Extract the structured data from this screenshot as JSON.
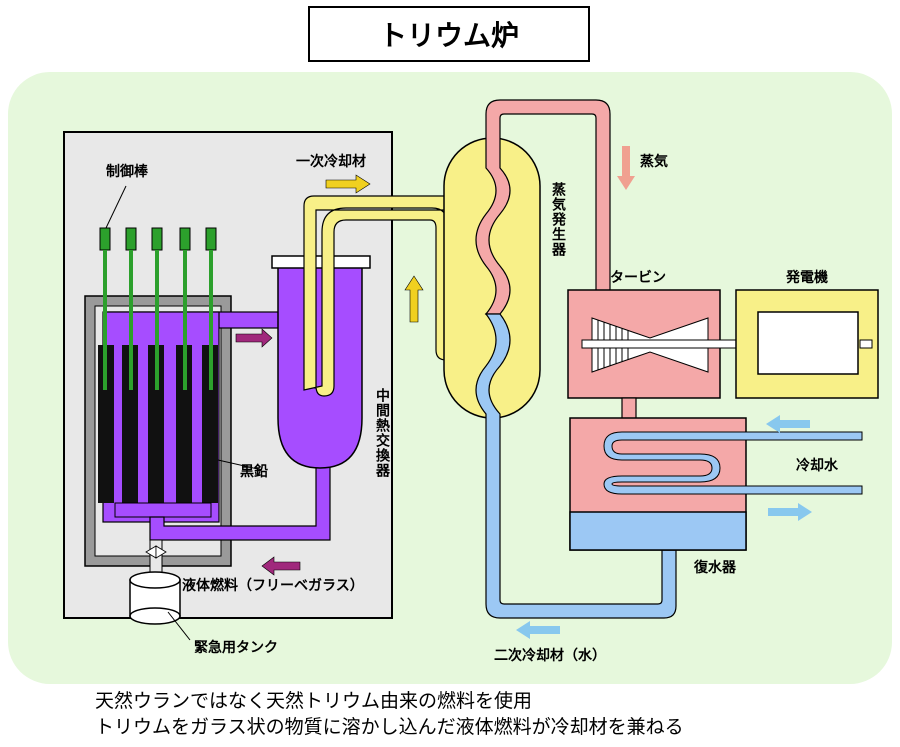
{
  "title": "トリウム炉",
  "labels": {
    "control_rod": "制御棒",
    "primary_coolant": "一次冷却材",
    "steam_generator": "蒸気発生器",
    "steam": "蒸気",
    "turbine": "タービン",
    "generator": "発電機",
    "intermediate_hx": "中間熱交換器",
    "graphite": "黒鉛",
    "cooling_water": "冷却水",
    "liquid_fuel": "液体燃料（フリーベガラス）",
    "condenser": "復水器",
    "emergency_tank": "緊急用タンク",
    "secondary_coolant": "二次冷却材（水）"
  },
  "captions": [
    "天然ウランではなく天然トリウム由来の燃料を使用",
    "トリウムをガラス状の物質に溶かし込んだ液体燃料が冷却材を兼ねる"
  ],
  "colors": {
    "background_panel": "#e6f8dc",
    "reactor_building": "#e8e8e8",
    "fuel_salt": "#a64dff",
    "primary_loop": "#f8f088",
    "steam_loop": "#f4a8a8",
    "water_loop": "#9cc8f4",
    "graphite": "#111111",
    "control_rod": "#2ca02c",
    "arrow_fuel": "#a0287c",
    "arrow_primary": "#f0d020",
    "arrow_steam": "#f0a090",
    "arrow_water": "#88c8ee"
  }
}
